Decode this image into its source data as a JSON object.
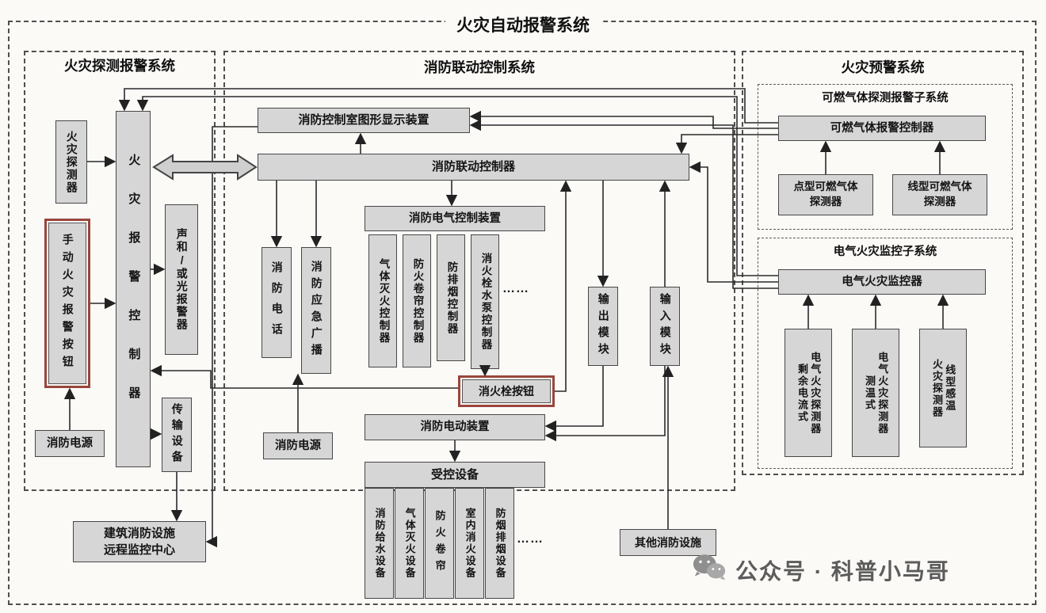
{
  "title": "火灾自动报警系统",
  "detection": {
    "title": "火灾探测报警系统",
    "fire_detector": "火灾探测器",
    "manual_button": "手动火灾报警按钮",
    "power": "消防电源",
    "controller": "火灾报警控制器",
    "sound_light": "声和/或光报警器",
    "transmission": "传输设备",
    "remote_center": "建筑消防设施\n远程监控中心"
  },
  "linkage": {
    "title": "消防联动控制系统",
    "graphic_display": "消防控制室图形显示装置",
    "controller": "消防联动控制器",
    "phone": "消防电话",
    "broadcast": "消防应急广播",
    "elec_control": "消防电气控制装置",
    "gas_ext_ctrl": "气体灭火控制器",
    "shutter_ctrl": "防火卷帘控制器",
    "smoke_ctrl": "防排烟控制器",
    "hydrant_pump_ctrl": "消火栓水泵控制器",
    "hydrant_button": "消火栓按钮",
    "output_module": "输出模块",
    "input_module": "输入模块",
    "power": "消防电源",
    "electric_device": "消防电动装置",
    "controlled": "受控设备",
    "equipment": [
      "消防给水设备",
      "气体灭火设备",
      "防火卷帘",
      "室内消火设备",
      "防烟排烟设备"
    ],
    "other": "其他消防设施",
    "dots": "……"
  },
  "warning": {
    "title": "火灾预警系统",
    "gas_sub": {
      "title": "可燃气体探测报警子系统",
      "controller": "可燃气体报警控制器",
      "point_detector": "点型可燃气体\n探测器",
      "line_detector": "线型可燃气体\n探测器"
    },
    "elec_sub": {
      "title": "电气火灾监控子系统",
      "monitor": "电气火灾监控器",
      "det_residual": "电气火灾探测器\n剩余电流式",
      "det_temp": "电气火灾探测器\n测温式",
      "det_line_heat": "线型感温\n火灾探测器"
    }
  },
  "watermark": {
    "text": "公众号 · 科普小马哥"
  }
}
